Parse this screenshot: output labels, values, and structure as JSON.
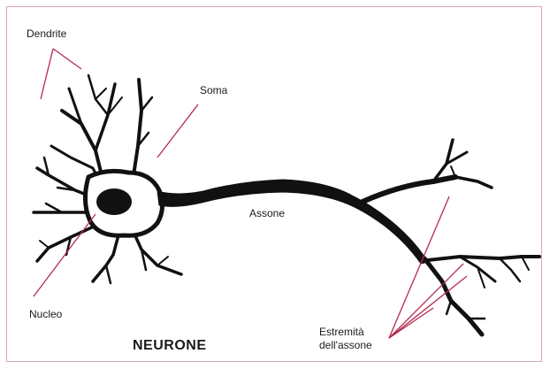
{
  "labels": {
    "dendrite": "Dendrite",
    "soma": "Soma",
    "assone": "Assone",
    "nucleo": "Nucleo",
    "estremita_line1": "Estremità",
    "estremita_line2": "dell'assone"
  },
  "title": "NEURONE",
  "colors": {
    "neuron": "#111111",
    "leader_lines": "#b5294f",
    "frame": "#d9a7b4"
  }
}
